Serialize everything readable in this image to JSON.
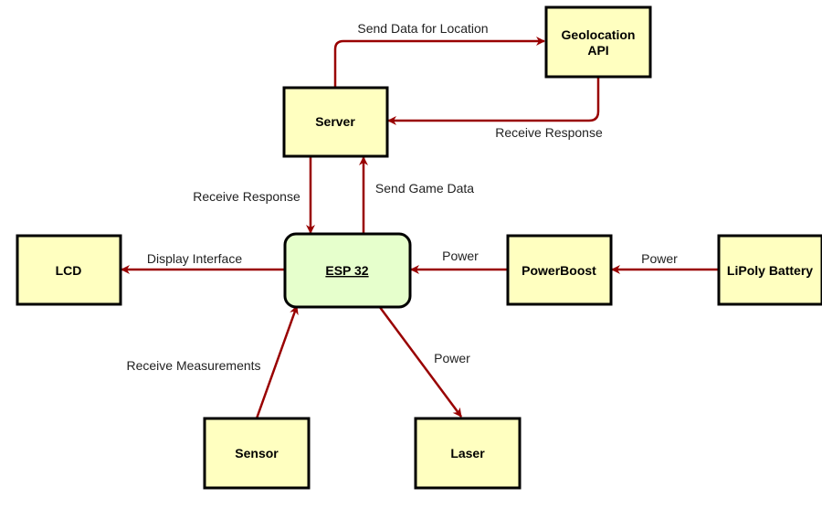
{
  "diagram": {
    "colors": {
      "node_fill": "#ffffc0",
      "central_fill": "#e6ffcc",
      "stroke": "#000000",
      "edge": "#990000"
    },
    "nodes": {
      "server": "Server",
      "geo_1": "Geolocation",
      "geo_2": "API",
      "esp": "ESP 32",
      "lcd": "LCD",
      "powerboost": "PowerBoost",
      "battery": "LiPoly Battery",
      "sensor": "Sensor",
      "laser": "Laser"
    },
    "edges": {
      "send_location": "Send Data for Location",
      "receive_geo": "Receive Response",
      "receive_server": "Receive Response",
      "send_game": "Send Game Data",
      "display": "Display Interface",
      "power_pb": "Power",
      "power_batt": "Power",
      "measurements": "Receive Measurements",
      "power_laser": "Power"
    }
  }
}
